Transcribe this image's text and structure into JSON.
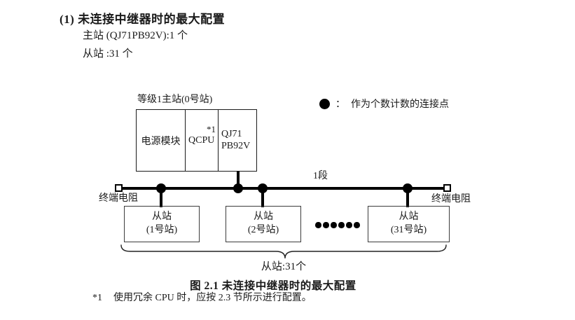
{
  "page": {
    "heading": "(1) 未连接中继器时的最大配置",
    "spec_line1": "主站 (QJ71PB92V):1 个",
    "spec_line2": "从站 :31 个"
  },
  "diagram": {
    "master_label": "等级1主站(0号站)",
    "master_modules": {
      "power": "电源模块",
      "cpu": "QCPU",
      "cpu_note": "*1",
      "pb_line1": "QJ71",
      "pb_line2": "PB92V"
    },
    "legend": {
      "separator": "：",
      "label": "作为个数计数的连接点"
    },
    "segment_label": "1段",
    "terminator_left": "终端电阻",
    "terminator_right": "终端电阻",
    "slaves": [
      {
        "line1": "从站",
        "line2": "(1号站)"
      },
      {
        "line1": "从站",
        "line2": "(2号站)"
      },
      {
        "line1": "从站",
        "line2": "(31号站)"
      }
    ],
    "brace_label": "从站:31个"
  },
  "figure_caption": "图 2.1 未连接中继器时的最大配置",
  "footnote": {
    "marker": "*1",
    "text": "使用冗余 CPU 时，应按 2.3 节所示进行配置。"
  },
  "colors": {
    "ink": "#1a1a1a",
    "line": "#000000",
    "background": "#ffffff"
  }
}
